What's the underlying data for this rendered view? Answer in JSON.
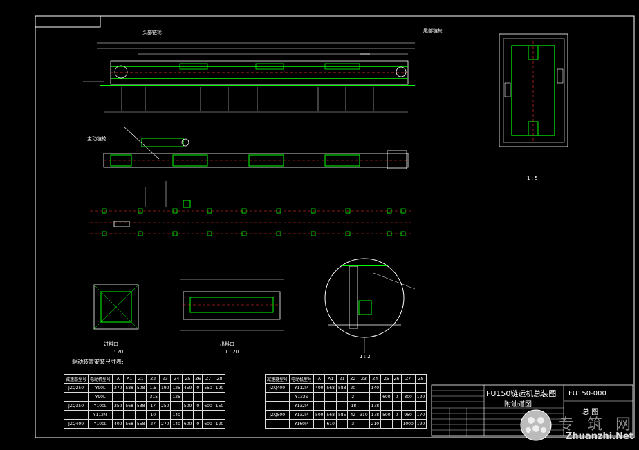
{
  "drawing": {
    "title_main": "FU150链运机总装图",
    "title_sub": "附油道图",
    "drawing_number": "FU150-000",
    "sheet_name": "总 图",
    "section_view_label": "1:2",
    "section_view_scale": "1 : 2",
    "cross_section_scale": "1 : 5",
    "feed_inlet_scale": "1 : 20",
    "discharge_scale": "1 : 20",
    "note_title": "驱动装置安装尺寸表:"
  },
  "labels": {
    "head_section": "头部链轮",
    "drive_head": "主动链轮",
    "tail_section": "尾部链轮",
    "feed_inlet_label": "进料口",
    "discharge_label": "出料口"
  },
  "table_left": {
    "headers": [
      "减速器型号",
      "电动机型号",
      "A",
      "A1",
      "Z1",
      "Z2",
      "Z3",
      "Z4",
      "Z5",
      "Z6",
      "Z7",
      "Z8"
    ],
    "rows": [
      [
        "JZQ250",
        "Y90L",
        "270",
        "588",
        "508",
        "1.5",
        "190",
        "125",
        "450",
        "0",
        "550",
        "190"
      ],
      [
        "",
        "Y90L",
        "",
        "",
        "",
        "-315",
        "",
        "125",
        "",
        "",
        "",
        ""
      ],
      [
        "JZQ350",
        "Y100L",
        "350",
        "568",
        "538",
        "17",
        "250",
        "",
        "500",
        "0",
        "600",
        "150"
      ],
      [
        "",
        "Y112M",
        "",
        "",
        "",
        "10",
        "",
        "140",
        "",
        "",
        "",
        ""
      ],
      [
        "JZQ400",
        "Y100L",
        "400",
        "568",
        "558",
        "27",
        "270",
        "140",
        "600",
        "0",
        "600",
        "120"
      ]
    ]
  },
  "table_right": {
    "headers": [
      "减速器型号",
      "电动机型号",
      "A",
      "A1",
      "Z1",
      "Z2",
      "Z3",
      "Z4",
      "Z5",
      "Z6",
      "Z7",
      "Z8"
    ],
    "rows": [
      [
        "JZQ400",
        "Y112M",
        "400",
        "568",
        "588",
        "20",
        "",
        "140",
        "",
        "",
        "",
        ""
      ],
      [
        "",
        "Y132S",
        "",
        "",
        "",
        "2",
        "",
        "",
        "600",
        "0",
        "800",
        "120"
      ],
      [
        "",
        "Y132M",
        "",
        "",
        "",
        "-18",
        "",
        "178",
        "",
        "",
        "",
        ""
      ],
      [
        "JZQ500",
        "Y132M",
        "500",
        "568",
        "585",
        "42",
        "310",
        "178",
        "500",
        "0",
        "950",
        "170"
      ],
      [
        "",
        "Y160M",
        "",
        "610",
        "",
        "3",
        "",
        "210",
        "",
        "",
        "1000",
        "120"
      ]
    ]
  },
  "colors": {
    "background": "#000000",
    "lines": "#ffffff",
    "green": "#00ff00",
    "red": "#ff3030",
    "dim": "#ffffff"
  },
  "watermark": {
    "chinese": "专 筑 网",
    "url": "Zhuanzhi.Net"
  }
}
